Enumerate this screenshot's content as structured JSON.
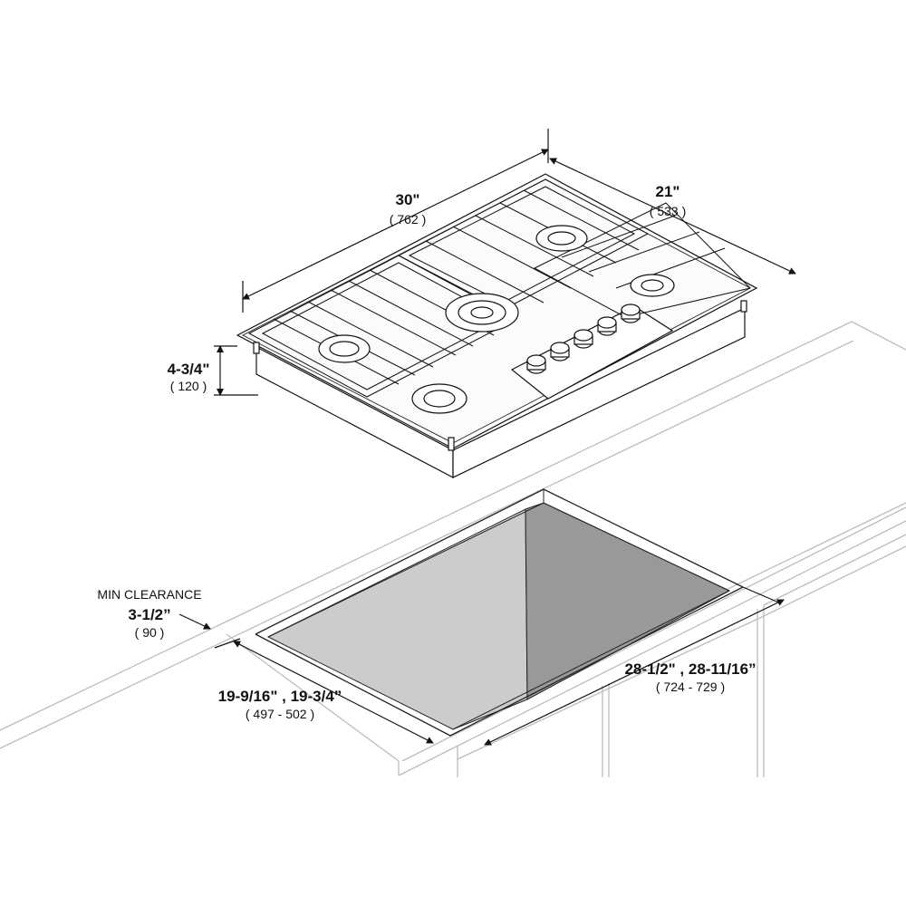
{
  "dimensions": {
    "width": {
      "imperial": "30\"",
      "metric": "( 762 )"
    },
    "depth": {
      "imperial": "21\"",
      "metric": "( 533 )"
    },
    "height": {
      "imperial": "4-3/4\"",
      "metric": "( 120 )"
    },
    "clearance": {
      "title": "MIN CLEARANCE",
      "imperial": "3-1/2”",
      "metric": "( 90 )"
    },
    "cutout_depth": {
      "imperial": "19-9/16\" , 19-3/4”",
      "metric": "( 497 - 502 )"
    },
    "cutout_width": {
      "imperial": "28-1/2\" , 28-11/16”",
      "metric": "( 724 - 729 )"
    }
  },
  "colors": {
    "cutout_left": "#cccccc",
    "cutout_right": "#999999",
    "line": "#222222",
    "counter_line": "#bdbdbd"
  }
}
